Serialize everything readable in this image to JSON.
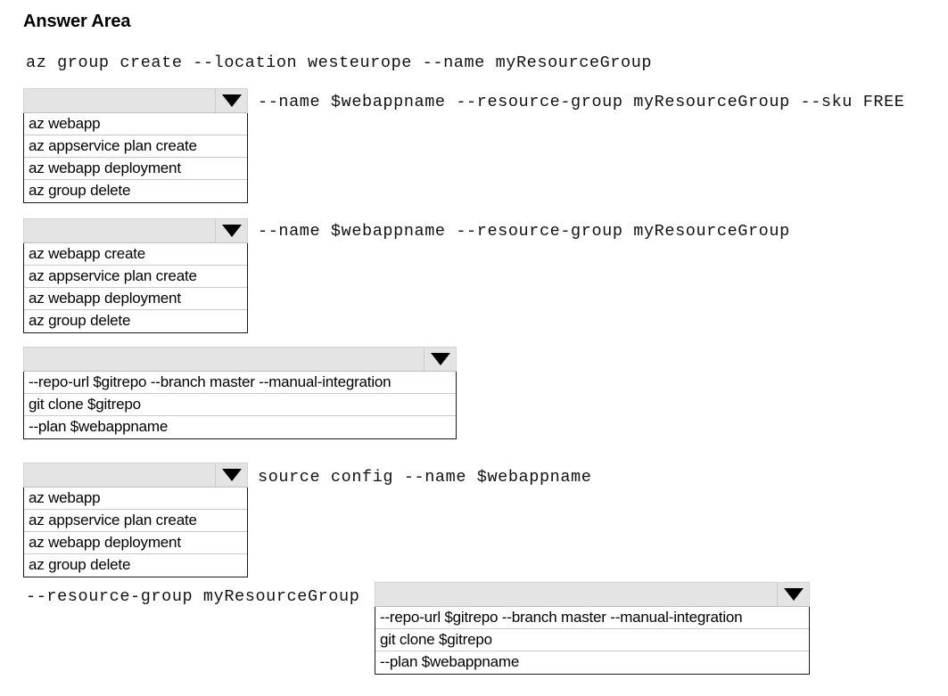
{
  "page": {
    "title": "Answer Area"
  },
  "command_lines": [
    {
      "id": "cmd-line-0",
      "text": "az group create --location westeurope --name myResourceGroup"
    },
    {
      "id": "cmd-line-1",
      "text": "--name $webappname --resource-group myResourceGroup --sku FREE"
    },
    {
      "id": "cmd-line-2",
      "text": "--name $webappname --resource-group myResourceGroup"
    },
    {
      "id": "cmd-line-3",
      "text": "source config --name $webappname"
    },
    {
      "id": "cmd-line-4",
      "text": "--resource-group myResourceGroup"
    }
  ],
  "dropdowns": [
    {
      "id": "group-1",
      "selected": "",
      "caret_icon": "chevron-down-icon",
      "options": [
        "az webapp",
        "az appservice plan create",
        "az webapp deployment",
        "az group delete"
      ]
    },
    {
      "id": "group-2",
      "selected": "",
      "caret_icon": "chevron-down-icon",
      "options": [
        "az webapp create",
        "az appservice plan create",
        "az webapp deployment",
        "az group delete"
      ]
    },
    {
      "id": "group-3",
      "selected": "",
      "caret_icon": "chevron-down-icon",
      "options": [
        "--repo-url $gitrepo --branch master --manual-integration",
        "git clone $gitrepo",
        "--plan $webappname"
      ]
    },
    {
      "id": "group-4",
      "selected": "",
      "caret_icon": "chevron-down-icon",
      "options": [
        "az webapp",
        "az appservice plan create",
        "az webapp deployment",
        "az group delete"
      ]
    },
    {
      "id": "group-5",
      "selected": "",
      "caret_icon": "chevron-down-icon",
      "options": [
        "--repo-url $gitrepo --branch master --manual-integration",
        "git clone $gitrepo",
        "--plan $webappname"
      ]
    }
  ],
  "colors": {
    "background": "#ffffff",
    "dropdown_fill": "#e4e4e4",
    "list_border": "#1a1a1a",
    "row_divider": "#c9c9c9",
    "text": "#000000"
  }
}
